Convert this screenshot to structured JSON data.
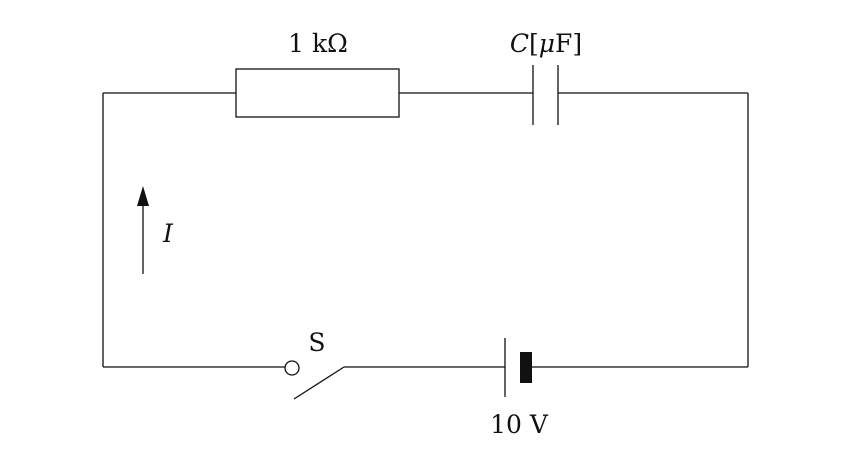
{
  "circuit": {
    "resistor_label": "1 kΩ",
    "capacitor_symbol": "C",
    "capacitor_unit_open": "[",
    "capacitor_unit_mu": "μ",
    "capacitor_unit_rest": "F]",
    "current_label": "I",
    "switch_label": "S",
    "battery_label": "10 V"
  }
}
